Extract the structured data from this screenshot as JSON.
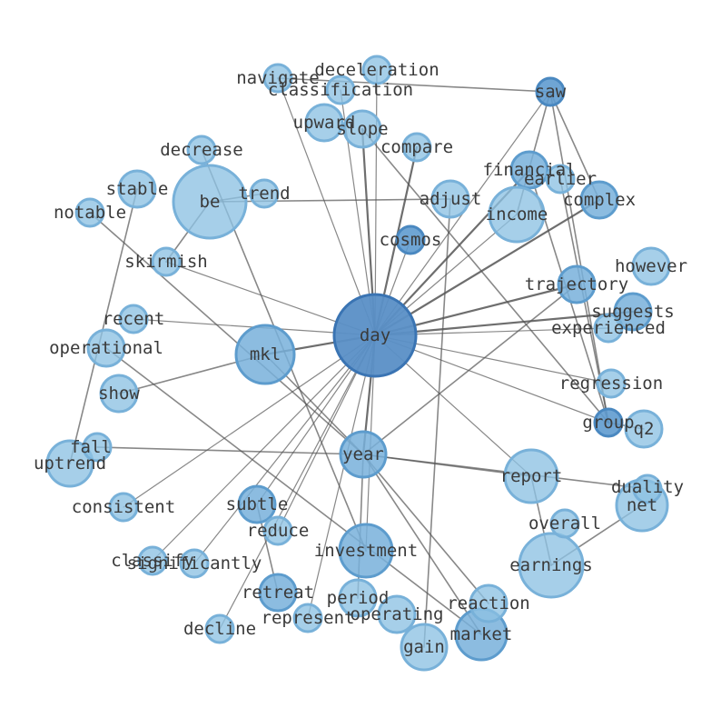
{
  "nodes": [
    {
      "id": "day",
      "label": "day",
      "weight": 1.0
    },
    {
      "id": "year",
      "label": "year",
      "weight": 0.55
    },
    {
      "id": "mkl",
      "label": "mkl",
      "weight": 0.55
    },
    {
      "id": "market",
      "label": "market",
      "weight": 0.5
    },
    {
      "id": "suggests",
      "label": "suggests",
      "weight": 0.5
    },
    {
      "id": "financial",
      "label": "financial",
      "weight": 0.5
    },
    {
      "id": "group",
      "label": "group",
      "weight": 0.7
    },
    {
      "id": "saw",
      "label": "saw",
      "weight": 0.7
    },
    {
      "id": "cosmos",
      "label": "cosmos",
      "weight": 0.65
    },
    {
      "id": "subtle",
      "label": "subtle",
      "weight": 0.45
    },
    {
      "id": "retreat",
      "label": "retreat",
      "weight": 0.45
    },
    {
      "id": "investment",
      "label": "investment",
      "weight": 0.45
    },
    {
      "id": "complex",
      "label": "complex",
      "weight": 0.45
    },
    {
      "id": "trajectory",
      "label": "trajectory",
      "weight": 0.45
    },
    {
      "id": "be",
      "label": "be",
      "weight": 0.3
    },
    {
      "id": "earnings",
      "label": "earnings",
      "weight": 0.3
    },
    {
      "id": "income",
      "label": "income",
      "weight": 0.3
    },
    {
      "id": "net",
      "label": "net",
      "weight": 0.3
    },
    {
      "id": "report",
      "label": "report",
      "weight": 0.3
    },
    {
      "id": "gain",
      "label": "gain",
      "weight": 0.3
    },
    {
      "id": "uptrend",
      "label": "uptrend",
      "weight": 0.3
    },
    {
      "id": "adjust",
      "label": "adjust",
      "weight": 0.3
    },
    {
      "id": "slope",
      "label": "slope",
      "weight": 0.3
    },
    {
      "id": "upward",
      "label": "upward",
      "weight": 0.3
    },
    {
      "id": "operating",
      "label": "operating",
      "weight": 0.3
    },
    {
      "id": "period",
      "label": "period",
      "weight": 0.3
    },
    {
      "id": "reaction",
      "label": "reaction",
      "weight": 0.3
    },
    {
      "id": "duality",
      "label": "duality",
      "weight": 0.3
    },
    {
      "id": "however",
      "label": "however",
      "weight": 0.3
    },
    {
      "id": "stable",
      "label": "stable",
      "weight": 0.3
    },
    {
      "id": "operational",
      "label": "operational",
      "weight": 0.3
    },
    {
      "id": "show",
      "label": "show",
      "weight": 0.3
    },
    {
      "id": "q2",
      "label": "q2",
      "weight": 0.3
    },
    {
      "id": "earlier",
      "label": "earlier",
      "weight": 0.3
    },
    {
      "id": "experienced",
      "label": "experienced",
      "weight": 0.3
    },
    {
      "id": "regression",
      "label": "regression",
      "weight": 0.3
    },
    {
      "id": "overall",
      "label": "overall",
      "weight": 0.3
    },
    {
      "id": "fall",
      "label": "fall",
      "weight": 0.3
    },
    {
      "id": "recent",
      "label": "recent",
      "weight": 0.3
    },
    {
      "id": "trend",
      "label": "trend",
      "weight": 0.3
    },
    {
      "id": "skirmish",
      "label": "skirmish",
      "weight": 0.3
    },
    {
      "id": "decrease",
      "label": "decrease",
      "weight": 0.3
    },
    {
      "id": "notable",
      "label": "notable",
      "weight": 0.3
    },
    {
      "id": "compare",
      "label": "compare",
      "weight": 0.3
    },
    {
      "id": "navigate",
      "label": "navigate",
      "weight": 0.3
    },
    {
      "id": "deceleration",
      "label": "deceleration",
      "weight": 0.3
    },
    {
      "id": "classification",
      "label": "classification",
      "weight": 0.3
    },
    {
      "id": "consistent",
      "label": "consistent",
      "weight": 0.3
    },
    {
      "id": "reduce",
      "label": "reduce",
      "weight": 0.3
    },
    {
      "id": "classify",
      "label": "classify",
      "weight": 0.3
    },
    {
      "id": "significantly",
      "label": "significantly",
      "weight": 0.3
    },
    {
      "id": "decline",
      "label": "decline",
      "weight": 0.3
    },
    {
      "id": "represent",
      "label": "represent",
      "weight": 0.3
    }
  ],
  "edges": [
    [
      "day",
      "mkl"
    ],
    [
      "day",
      "year"
    ],
    [
      "day",
      "suggests"
    ],
    [
      "day",
      "trajectory"
    ],
    [
      "day",
      "financial"
    ],
    [
      "day",
      "complex"
    ],
    [
      "day",
      "saw"
    ],
    [
      "day",
      "compare"
    ],
    [
      "day",
      "slope"
    ],
    [
      "day",
      "deceleration"
    ],
    [
      "day",
      "navigate"
    ],
    [
      "day",
      "classification"
    ],
    [
      "day",
      "skirmish"
    ],
    [
      "day",
      "recent"
    ],
    [
      "day",
      "regression"
    ],
    [
      "day",
      "consistent"
    ],
    [
      "day",
      "classify"
    ],
    [
      "day",
      "significantly"
    ],
    [
      "day",
      "subtle"
    ],
    [
      "day",
      "reduce"
    ],
    [
      "day",
      "decline"
    ],
    [
      "day",
      "investment"
    ],
    [
      "day",
      "report"
    ],
    [
      "day",
      "represent"
    ],
    [
      "day",
      "income"
    ],
    [
      "day",
      "cosmos"
    ],
    [
      "day",
      "experienced"
    ],
    [
      "day",
      "group"
    ],
    [
      "year",
      "fall"
    ],
    [
      "year",
      "mkl"
    ],
    [
      "year",
      "report"
    ],
    [
      "year",
      "market"
    ],
    [
      "year",
      "reaction"
    ],
    [
      "year",
      "period"
    ],
    [
      "year",
      "trajectory"
    ],
    [
      "year",
      "notable"
    ],
    [
      "year",
      "duality"
    ],
    [
      "mkl",
      "show"
    ],
    [
      "be",
      "trend"
    ],
    [
      "be",
      "adjust"
    ],
    [
      "be",
      "skirmish"
    ],
    [
      "decrease",
      "investment"
    ],
    [
      "stable",
      "uptrend"
    ],
    [
      "operational",
      "market"
    ],
    [
      "subtle",
      "retreat"
    ],
    [
      "slope",
      "group"
    ],
    [
      "adjust",
      "gain"
    ],
    [
      "earlier",
      "group"
    ],
    [
      "group",
      "financial"
    ],
    [
      "group",
      "q2"
    ],
    [
      "saw",
      "navigate"
    ],
    [
      "saw",
      "group"
    ],
    [
      "saw",
      "complex"
    ],
    [
      "saw",
      "income"
    ],
    [
      "earnings",
      "report"
    ],
    [
      "earnings",
      "net"
    ]
  ]
}
